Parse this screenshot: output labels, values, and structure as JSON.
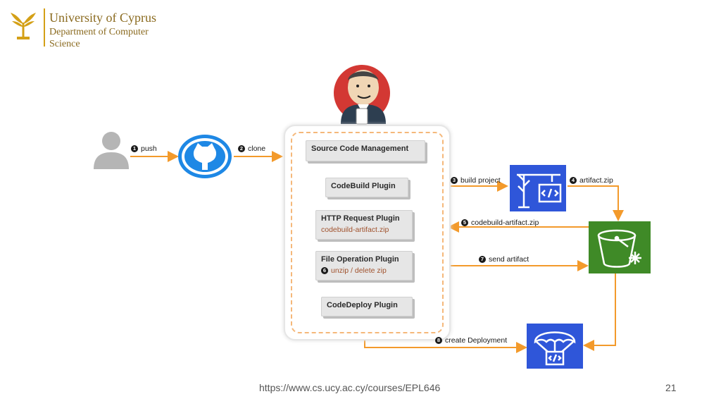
{
  "header": {
    "university": "University of Cyprus",
    "department_line1": "Department of Computer",
    "department_line2": "Science"
  },
  "diagram": {
    "plugins": {
      "scm": "Source Code Management",
      "codebuild": "CodeBuild Plugin",
      "http_request": "HTTP Request Plugin",
      "http_request_sub": "codebuild-artifact.zip",
      "file_operation": "File Operation Plugin",
      "file_operation_sub": "unzip / delete zip",
      "codedeploy": "CodeDeploy Plugin"
    },
    "steps": [
      {
        "num": "1",
        "label": "push"
      },
      {
        "num": "2",
        "label": "clone"
      },
      {
        "num": "3",
        "label": "build project"
      },
      {
        "num": "4",
        "label": "artifact.zip"
      },
      {
        "num": "5",
        "label": "codebuild-artifact.zip"
      },
      {
        "num": "6",
        "label": ""
      },
      {
        "num": "7",
        "label": "send artifact"
      },
      {
        "num": "8",
        "label": "create Deployment"
      }
    ],
    "colors": {
      "arrow": "#f39a2b",
      "github": "#1e88e5",
      "codebuild": "#2f56d9",
      "s3": "#3f8a27",
      "codedeploy": "#2f56d9",
      "jenkins_red": "#d33833"
    },
    "icons": [
      "user-icon",
      "github-icon",
      "jenkins-icon",
      "codebuild-icon",
      "s3-bucket-icon",
      "codedeploy-icon"
    ]
  },
  "footer": {
    "url": "https://www.cs.ucy.ac.cy/courses/EPL646",
    "page_number": "21"
  }
}
